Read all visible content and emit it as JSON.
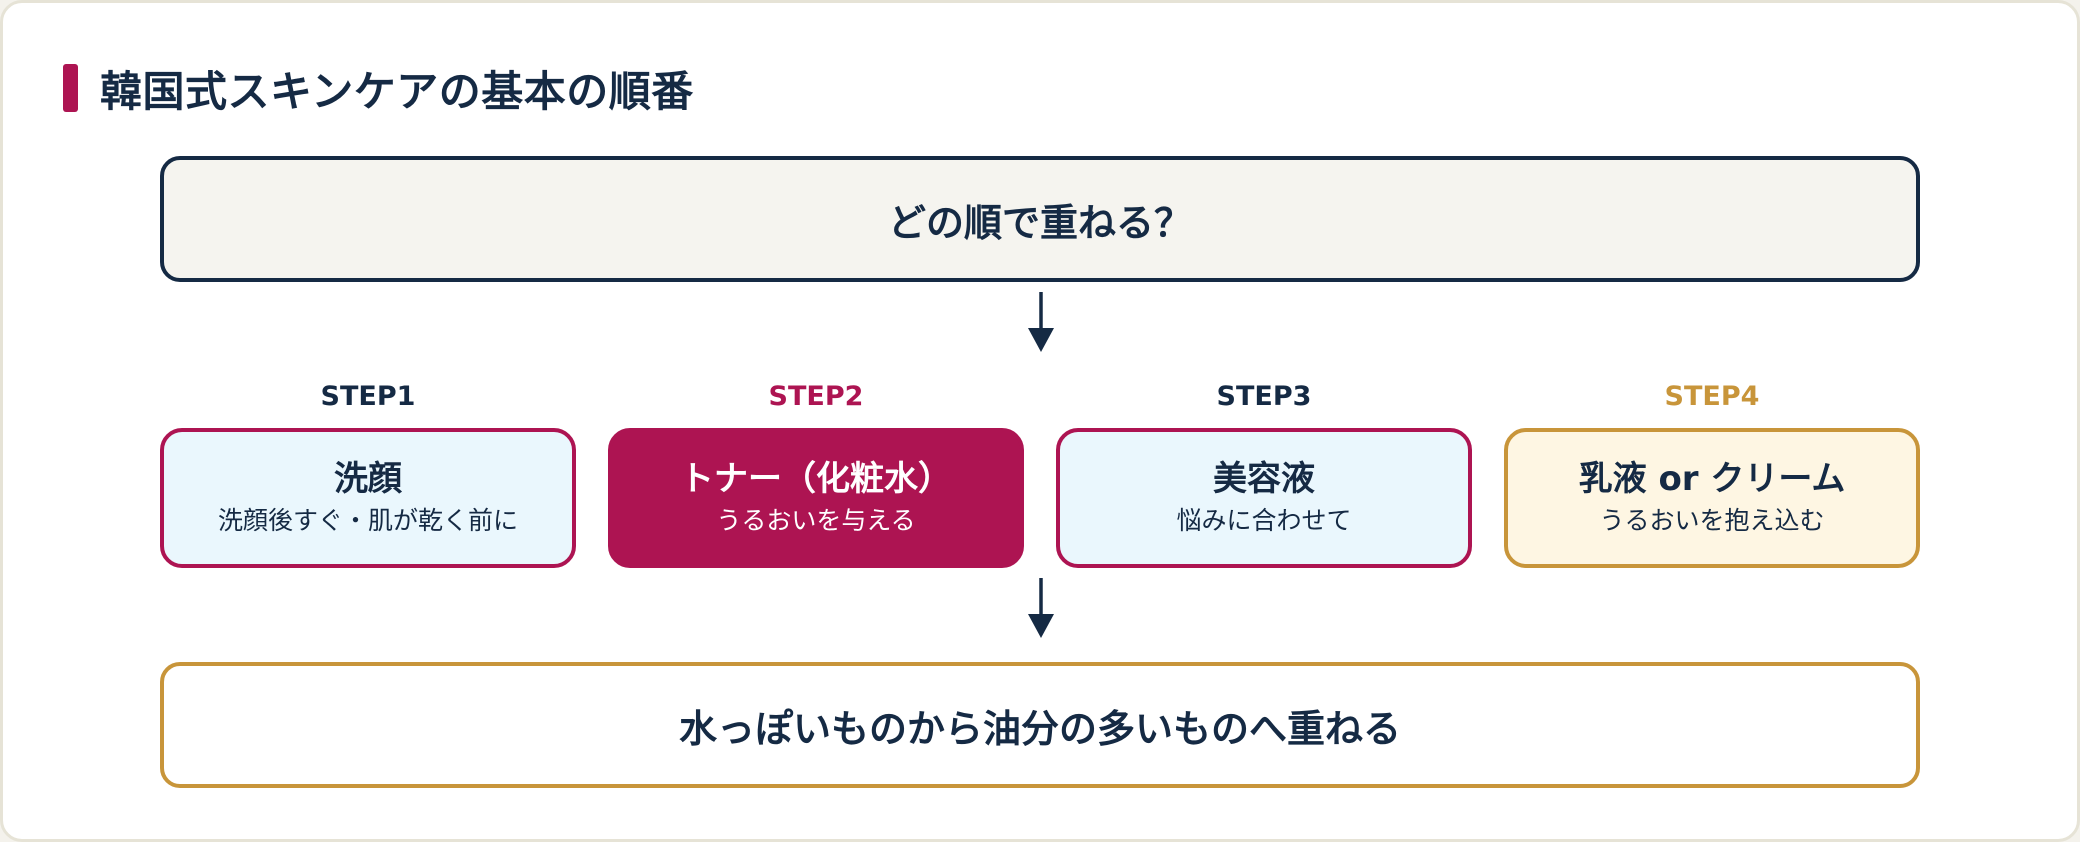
{
  "title": "韓国式スキンケアの基本の順番",
  "question": "どの順で重ねる？",
  "steps": [
    {
      "label": "STEP1",
      "name": "洗顔",
      "sub": "洗顔後すぐ・肌が乾く前に",
      "label_color": "#152a44"
    },
    {
      "label": "STEP2",
      "name": "トナー（化粧水）",
      "sub": "うるおいを与える",
      "label_color": "#ad1452"
    },
    {
      "label": "STEP3",
      "name": "美容液",
      "sub": "悩みに合わせて",
      "label_color": "#152a44"
    },
    {
      "label": "STEP4",
      "name": "乳液 or クリーム",
      "sub": "うるおいを抱え込む",
      "label_color": "#c8953a"
    }
  ],
  "conclusion": "水っぽいものから油分の多いものへ重ねる",
  "colors": {
    "navy": "#152a44",
    "accent": "#ad1452",
    "gold": "#c8953a",
    "light_blue": "#eaf7fd",
    "cream": "#fef6e3"
  }
}
